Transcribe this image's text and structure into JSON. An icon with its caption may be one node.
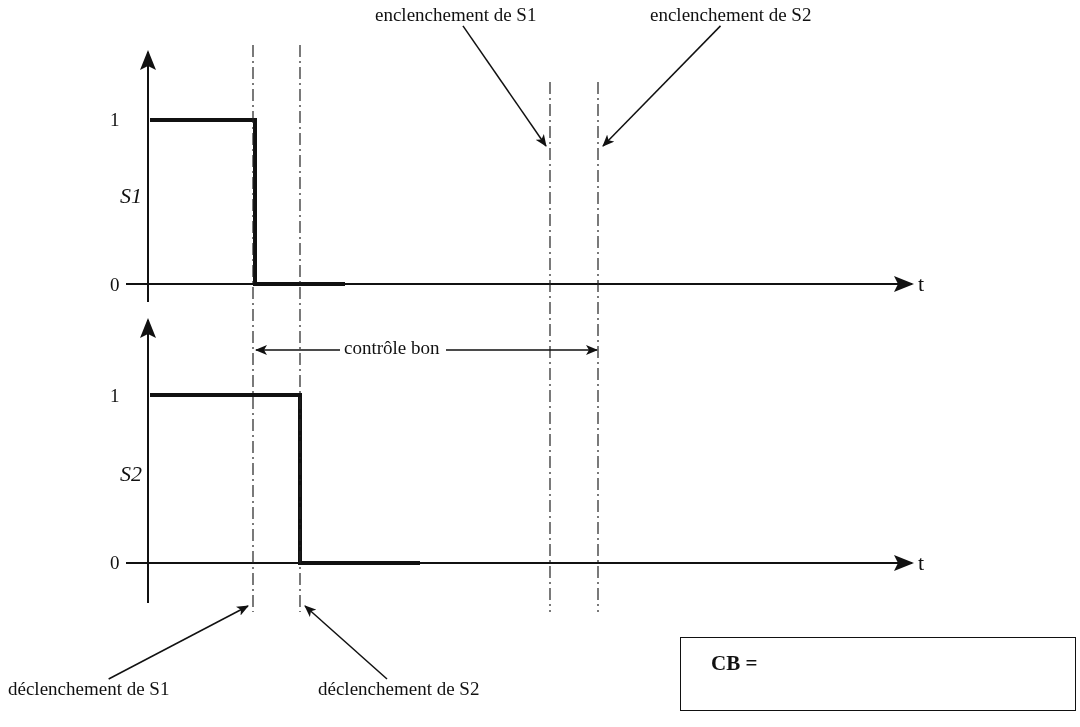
{
  "diagram": {
    "nodes": [
      {
        "text": [
          "enclenchement de S1"
        ]
      },
      {
        "text": [
          "enclenchement de S2"
        ]
      },
      {
        "text": [
          "déclenchement de S1"
        ]
      },
      {
        "text": [
          "déclenchement de S2"
        ]
      },
      {
        "text": [
          "CB ="
        ]
      }
    ],
    "edges": [
      {
        "from": 0,
        "to": null,
        "arrow": "to"
      },
      {
        "from": 1,
        "to": null,
        "arrow": "to"
      },
      {
        "from": 2,
        "to": null,
        "arrow": "to"
      },
      {
        "from": 3,
        "to": null,
        "arrow": "to"
      }
    ],
    "labels": [
      "1",
      "S1",
      "0",
      "t",
      "contrôle bon",
      "1",
      "S2",
      "0",
      "t"
    ]
  }
}
